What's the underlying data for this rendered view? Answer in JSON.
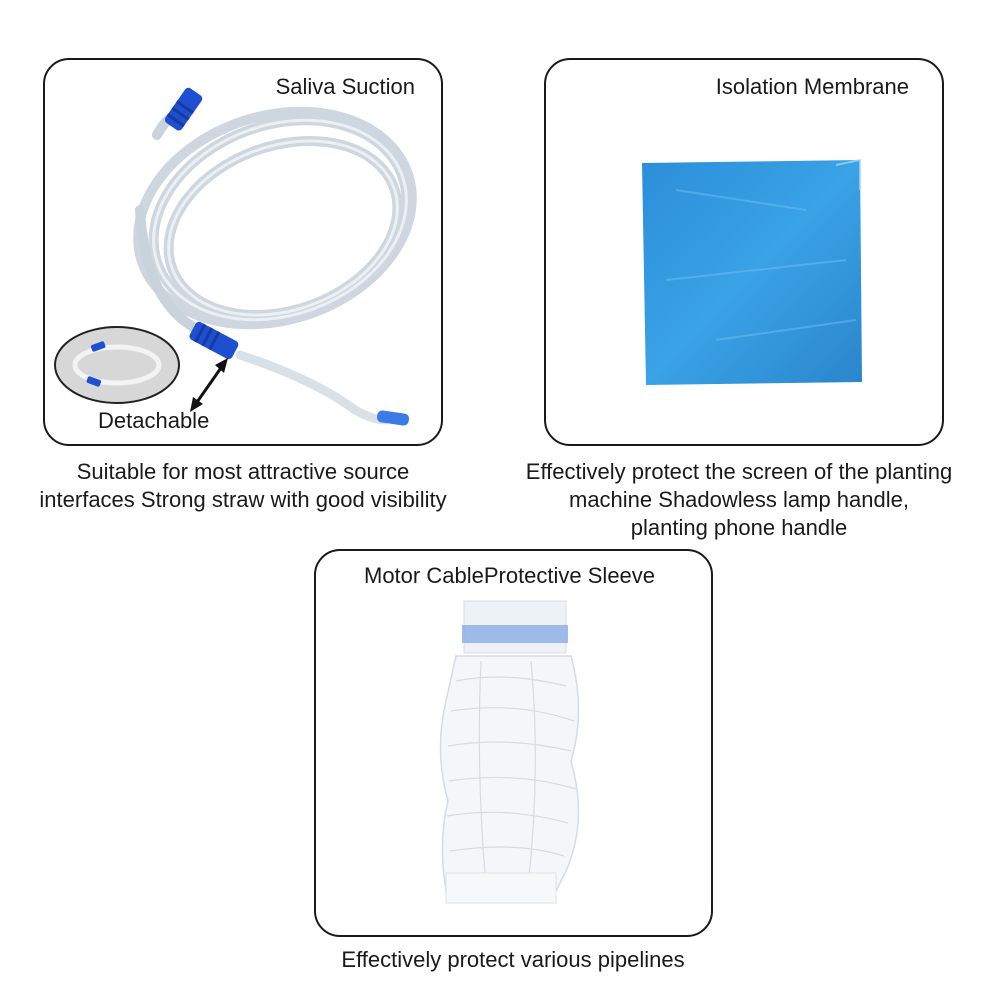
{
  "cards": [
    {
      "title": "Saliva Suction",
      "callout": "Detachable",
      "caption": [
        "Suitable for most attractive source",
        "interfaces Strong straw with good visibility"
      ],
      "icon": "saliva-suction-tube-icon"
    },
    {
      "title": "Isolation Membrane",
      "caption": [
        "Effectively protect the screen of the planting",
        "machine Shadowless lamp handle,",
        "planting phone handle"
      ],
      "icon": "isolation-membrane-icon"
    },
    {
      "title": "Motor CableProtective Sleeve",
      "caption": [
        "Effectively protect various pipelines"
      ],
      "icon": "protective-sleeve-icon"
    }
  ],
  "colors": {
    "border": "#1a1a1a",
    "tube_blue": "#1f4fd1",
    "membrane_blue": "#2f95dc",
    "sleeve_band": "#8fb0e6"
  }
}
